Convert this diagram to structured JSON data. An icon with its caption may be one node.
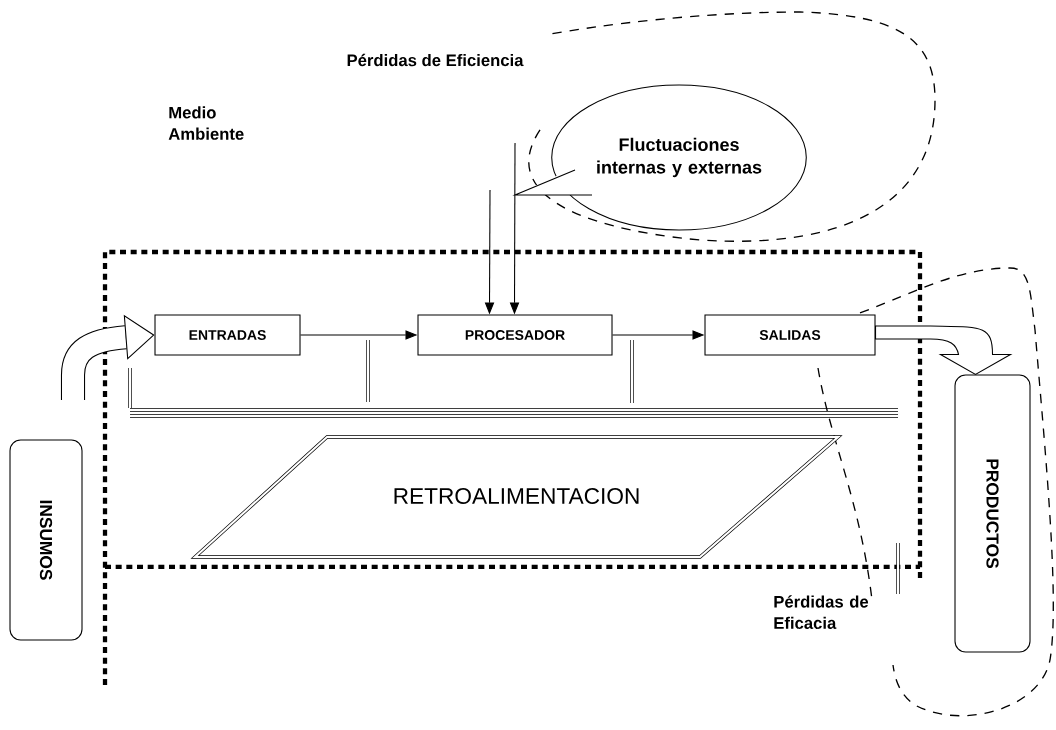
{
  "diagram": {
    "nodes": [
      {
        "text": [
          "ENTRADAS"
        ]
      },
      {
        "text": [
          "PROCESADOR"
        ]
      },
      {
        "text": [
          "SALIDAS"
        ]
      },
      {
        "text": [
          "RETROALIMENTACION"
        ]
      },
      {
        "text": [
          "INSUMOS"
        ]
      },
      {
        "text": [
          "PRODUCTOS"
        ]
      },
      {
        "text": [
          "Fluctuaciones internas y externas"
        ]
      }
    ],
    "edges": [
      {
        "from": null,
        "to": 0,
        "arrow": "to",
        "style": "thick"
      },
      {
        "from": 0,
        "to": 1,
        "arrow": "to"
      },
      {
        "from": 1,
        "to": 2,
        "arrow": "to"
      },
      {
        "from": 2,
        "to": 5,
        "arrow": "to",
        "style": "thick"
      },
      {
        "from": null,
        "to": 1,
        "arrow": "to"
      },
      {
        "from": null,
        "to": 1,
        "arrow": "to"
      }
    ],
    "labels": [
      "Pérdidas de Eficiencia",
      "Medio Ambiente",
      "Pérdidas de Eficacia"
    ]
  }
}
